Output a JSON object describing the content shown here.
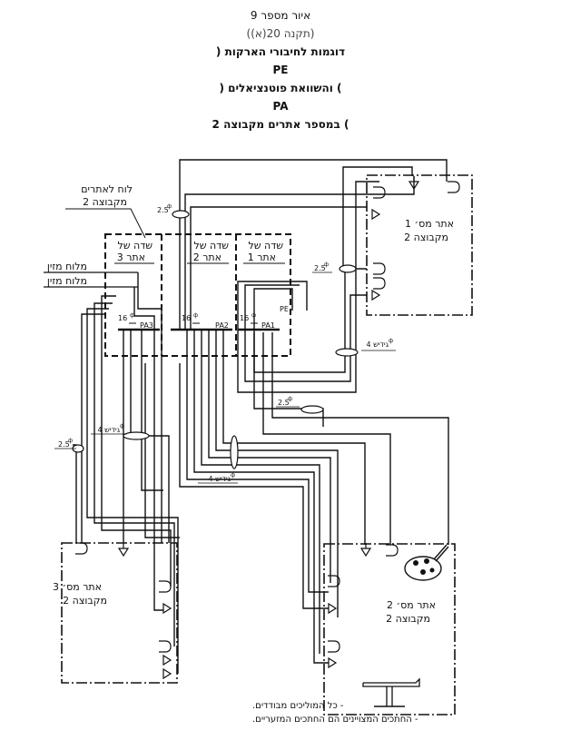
{
  "title": {
    "line1": "איור מספר 9",
    "line2": "(תקנה 20(א))",
    "line3": "דוגמות לחיבורי הארקות (",
    "line4": "PE",
    "line5": ") והשוואת פוטנציאלים (",
    "line6": "PA",
    "line7": ") במספר אתרים מקבוצה 2"
  },
  "panel_label": [
    "לוח לאתרים",
    "מקבוצה 2"
  ],
  "fields": [
    {
      "line1": "שדה של",
      "line2": "אתר 3"
    },
    {
      "line1": "שדה של",
      "line2": "אתר 2"
    },
    {
      "line1": "שדה של",
      "line2": "אתר 1"
    }
  ],
  "feeds": [
    "מלוח מזין",
    "מלוח מזין"
  ],
  "bars": {
    "pa3": "PA3",
    "pa2": "PA2",
    "pa1": "PA1",
    "pe": "PE",
    "size": "16"
  },
  "sizes": {
    "s25": "2.5",
    "s4g": "4 גידיש",
    "phi": "ф"
  },
  "sites": {
    "site1": [
      "אתר מס׳ 1",
      "מקבוצה 2"
    ],
    "site2": [
      "אתר מס׳ 2",
      "מקבוצה 2"
    ],
    "site3": [
      "אתר מס׳ 3",
      "מקבוצה 2"
    ]
  },
  "notes": [
    "- כל המוליכים מבודדים.",
    "- החתכים המצויינים הם החתכים המזעריים."
  ]
}
